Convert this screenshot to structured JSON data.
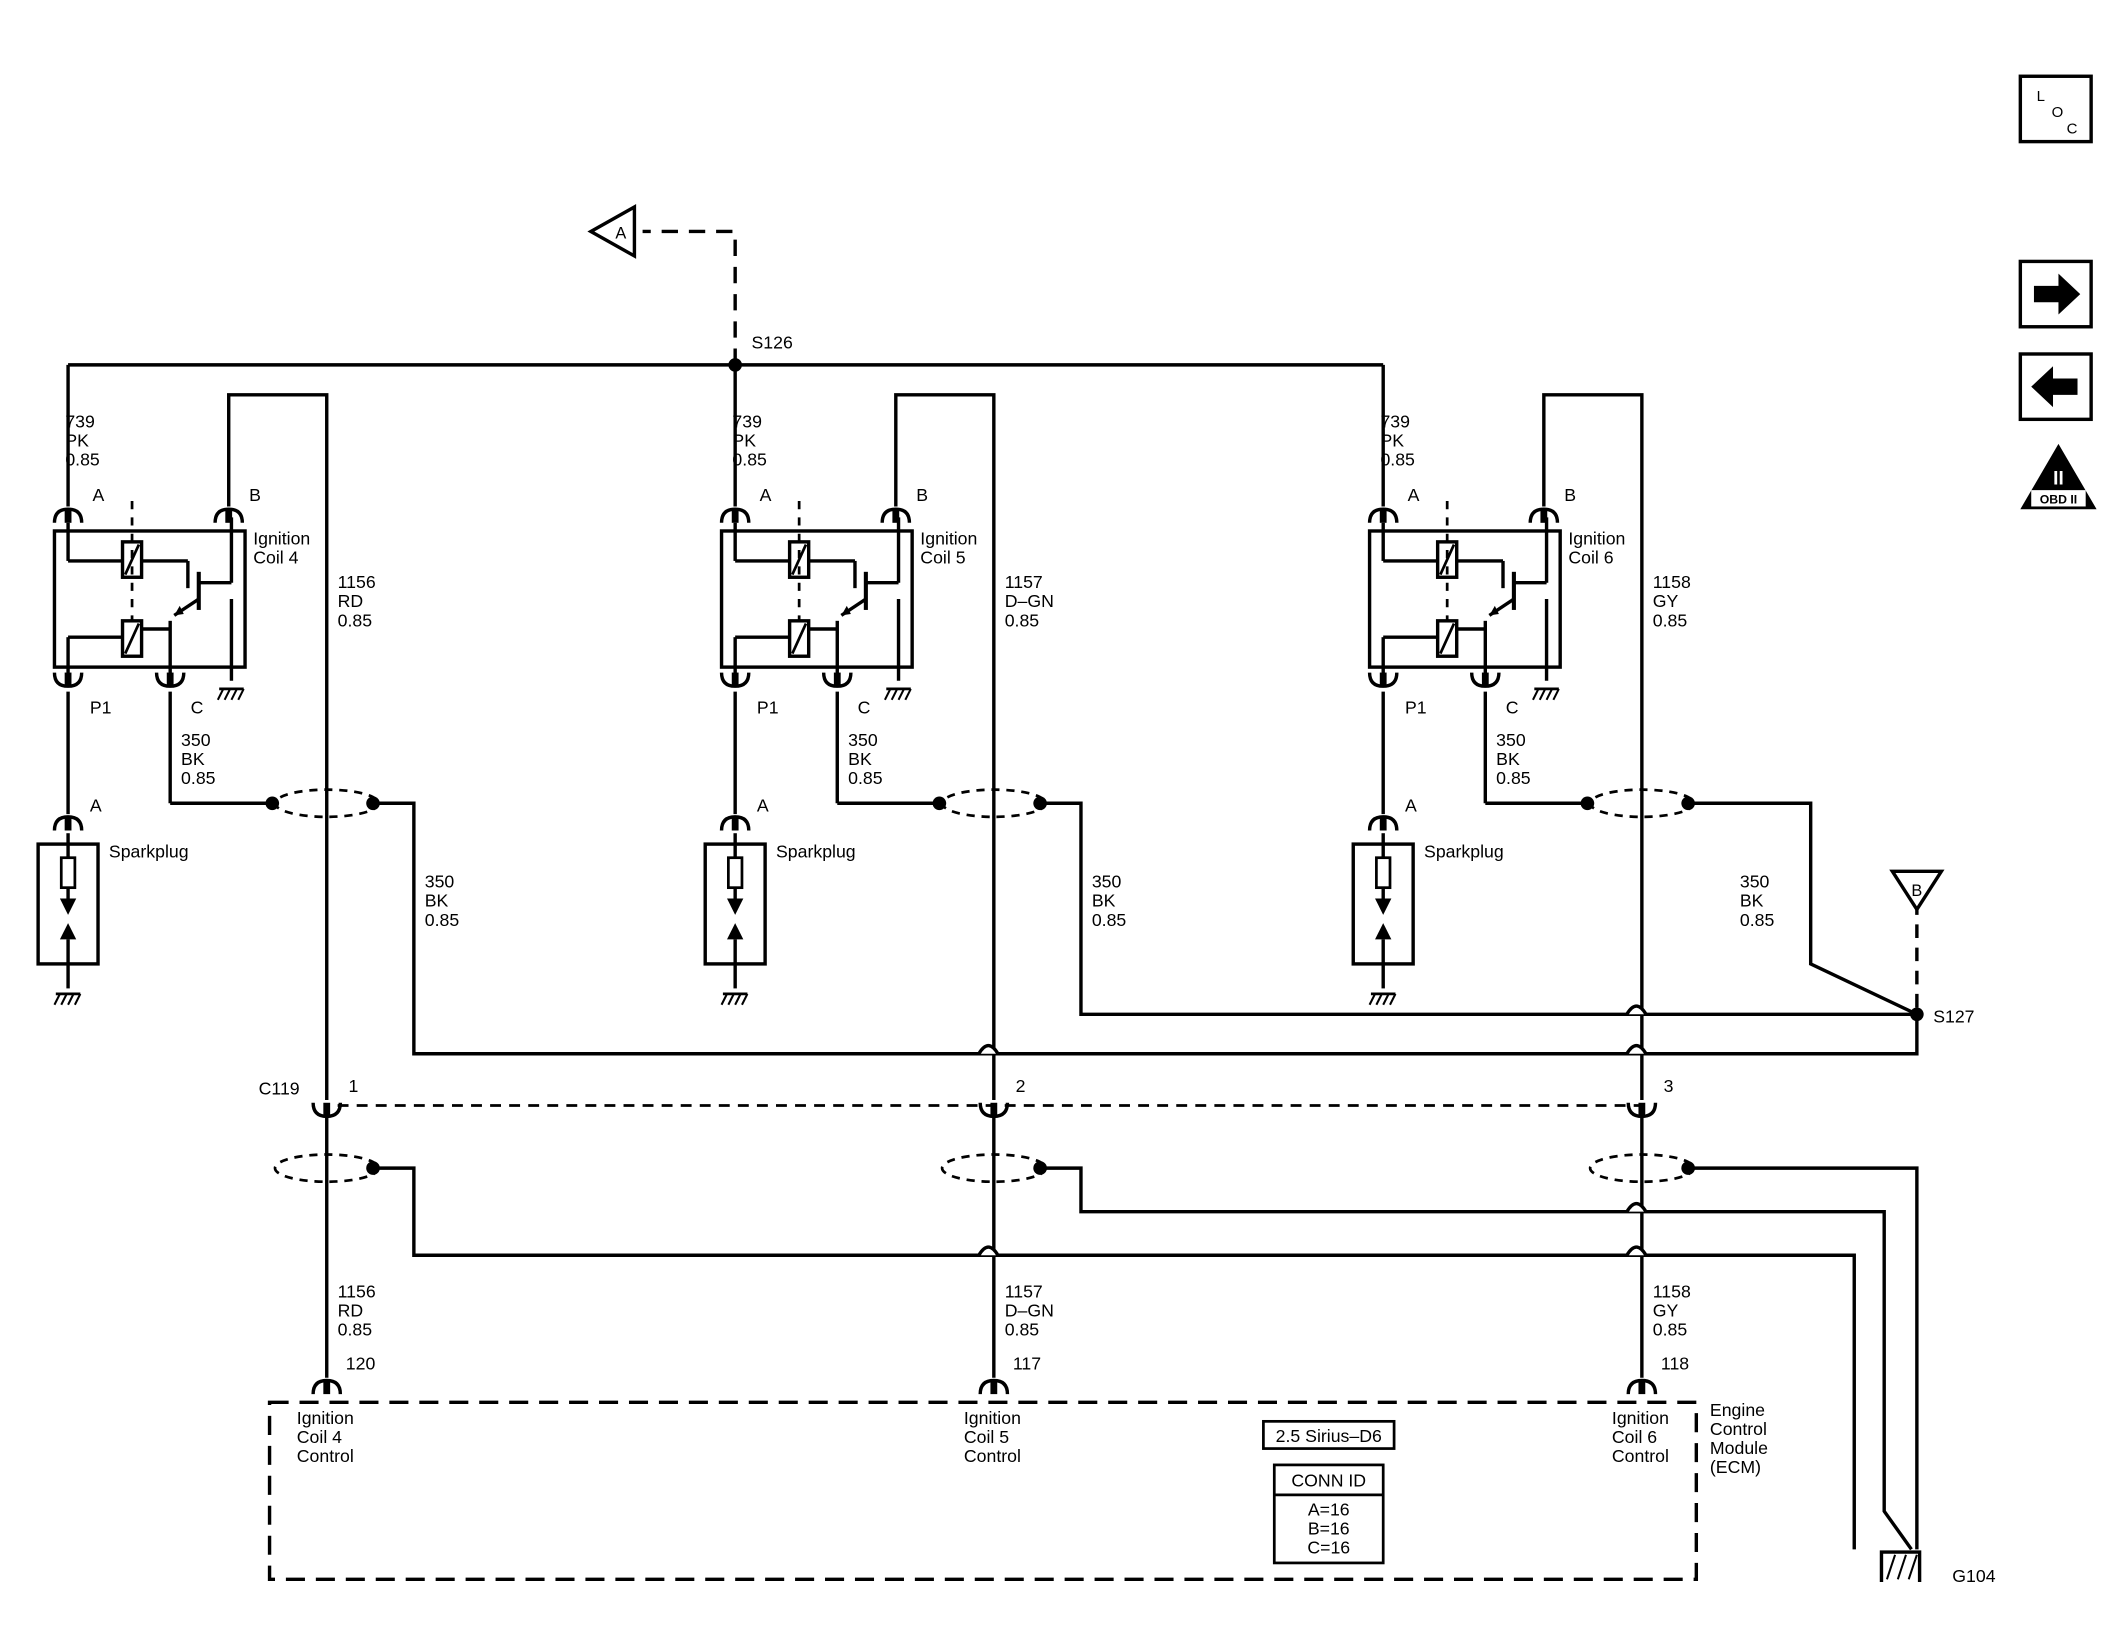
{
  "nav": {
    "loc": {
      "l1": "L",
      "l2": "O",
      "l3": "C"
    },
    "next_icon": "arrow-right-icon",
    "prev_icon": "arrow-left-icon",
    "obd": {
      "numeral": "II",
      "text": "OBD II"
    }
  },
  "offpage": {
    "a": "A",
    "b": "B"
  },
  "splices": {
    "s126": "S126",
    "s127": "S127"
  },
  "coils": [
    {
      "feed": {
        "circuit": "739",
        "color": "PK",
        "size": "0.85"
      },
      "pin_a": "A",
      "pin_b": "B",
      "pin_p1": "P1",
      "pin_c": "C",
      "name1": "Ignition",
      "name2": "Coil 4",
      "ctrl": {
        "circuit": "1156",
        "color": "RD",
        "size": "0.85"
      },
      "gnd": {
        "circuit": "350",
        "color": "BK",
        "size": "0.85"
      },
      "shield": {
        "circuit": "350",
        "color": "BK",
        "size": "0.85"
      },
      "plug_pin": "A",
      "plug_name": "Sparkplug",
      "c119_pin": "1",
      "lower": {
        "circuit": "1156",
        "color": "RD",
        "size": "0.85"
      },
      "ecm_pin": "120",
      "ecm1": "Ignition",
      "ecm2": "Coil 4",
      "ecm3": "Control"
    },
    {
      "feed": {
        "circuit": "739",
        "color": "PK",
        "size": "0.85"
      },
      "pin_a": "A",
      "pin_b": "B",
      "pin_p1": "P1",
      "pin_c": "C",
      "name1": "Ignition",
      "name2": "Coil 5",
      "ctrl": {
        "circuit": "1157",
        "color": "D–GN",
        "size": "0.85"
      },
      "gnd": {
        "circuit": "350",
        "color": "BK",
        "size": "0.85"
      },
      "shield": {
        "circuit": "350",
        "color": "BK",
        "size": "0.85"
      },
      "plug_pin": "A",
      "plug_name": "Sparkplug",
      "c119_pin": "2",
      "lower": {
        "circuit": "1157",
        "color": "D–GN",
        "size": "0.85"
      },
      "ecm_pin": "117",
      "ecm1": "Ignition",
      "ecm2": "Coil 5",
      "ecm3": "Control"
    },
    {
      "feed": {
        "circuit": "739",
        "color": "PK",
        "size": "0.85"
      },
      "pin_a": "A",
      "pin_b": "B",
      "pin_p1": "P1",
      "pin_c": "C",
      "name1": "Ignition",
      "name2": "Coil 6",
      "ctrl": {
        "circuit": "1158",
        "color": "GY",
        "size": "0.85"
      },
      "gnd": {
        "circuit": "350",
        "color": "BK",
        "size": "0.85"
      },
      "shield": {
        "circuit": "350",
        "color": "BK",
        "size": "0.85"
      },
      "plug_pin": "A",
      "plug_name": "Sparkplug",
      "c119_pin": "3",
      "lower": {
        "circuit": "1158",
        "color": "GY",
        "size": "0.85"
      },
      "ecm_pin": "118",
      "ecm1": "Ignition",
      "ecm2": "Coil 6",
      "ecm3": "Control"
    }
  ],
  "connector": "C119",
  "ecm": {
    "name": [
      "Engine",
      "Control",
      "Module",
      "(ECM)"
    ],
    "engine": "2.5 Sirius–D6",
    "conn_title": "CONN ID",
    "conn_lines": [
      "A=16",
      "B=16",
      "C=16"
    ]
  },
  "ground": "G104"
}
